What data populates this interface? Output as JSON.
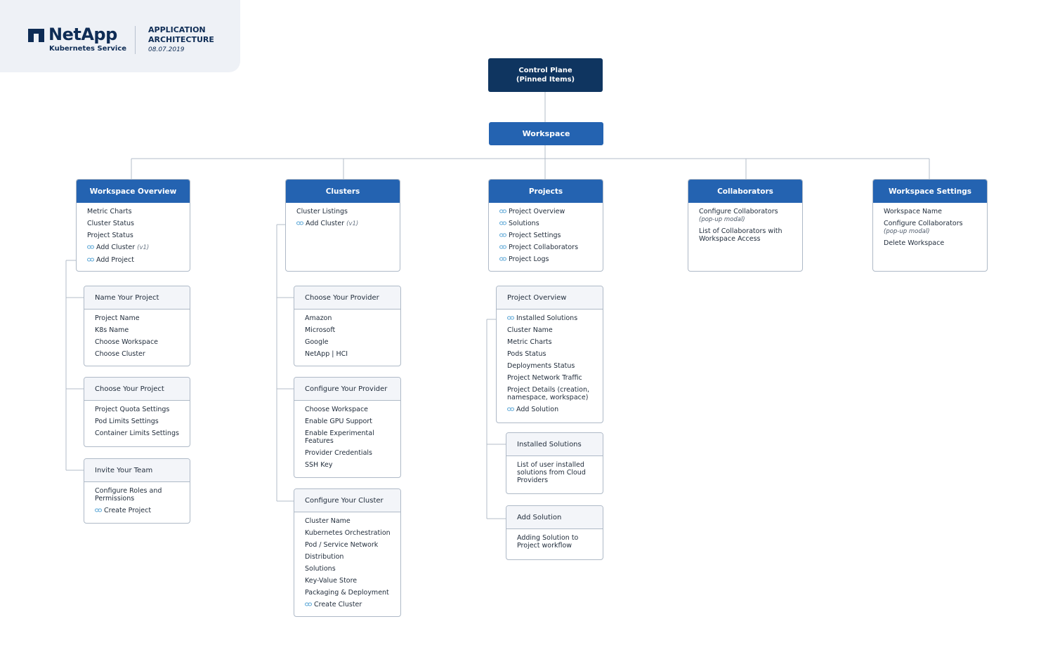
{
  "brand": {
    "name": "NetApp",
    "product": "Kubernetes Service",
    "doc_title": "APPLICATION ARCHITECTURE",
    "date": "08.07.2019",
    "colors": {
      "navy": "#0f3560",
      "blue": "#2463b1",
      "panel": "#eef1f6",
      "link": "#5aa6d6"
    }
  },
  "root": {
    "line1": "Control Plane",
    "line2": "(Pinned Items)"
  },
  "workspace": {
    "label": "Workspace"
  },
  "sections": {
    "overview": {
      "title": "Workspace Overview",
      "items": [
        {
          "label": "Metric Charts",
          "link": false
        },
        {
          "label": "Cluster Status",
          "link": false
        },
        {
          "label": "Project Status",
          "link": false
        },
        {
          "label": "Add Cluster",
          "tag": "(v1)",
          "link": true
        },
        {
          "label": "Add Project",
          "link": true
        }
      ]
    },
    "clusters": {
      "title": "Clusters",
      "items": [
        {
          "label": "Cluster Listings",
          "link": false
        },
        {
          "label": "Add Cluster",
          "tag": "(v1)",
          "link": true
        }
      ]
    },
    "projects": {
      "title": "Projects",
      "items": [
        {
          "label": "Project Overview",
          "link": true
        },
        {
          "label": "Solutions",
          "link": true
        },
        {
          "label": "Project Settings",
          "link": true
        },
        {
          "label": "Project Collaborators",
          "link": true
        },
        {
          "label": "Project Logs",
          "link": true
        }
      ]
    },
    "collaborators": {
      "title": "Collaborators",
      "items": [
        {
          "label": "Configure Collaborators",
          "note": "(pop-up modal)",
          "link": false
        },
        {
          "label": "List of Collaborators with Workspace Access",
          "link": false
        }
      ]
    },
    "settings": {
      "title": "Workspace Settings",
      "items": [
        {
          "label": "Workspace Name",
          "link": false
        },
        {
          "label": "Configure Collaborators",
          "note": "(pop-up modal)",
          "link": false
        },
        {
          "label": "Delete Workspace",
          "link": false
        }
      ]
    }
  },
  "subflows": {
    "name_project": {
      "title": "Name Your Project",
      "items": [
        {
          "label": "Project Name"
        },
        {
          "label": "K8s Name"
        },
        {
          "label": "Choose Workspace"
        },
        {
          "label": "Choose Cluster"
        }
      ]
    },
    "choose_project": {
      "title": "Choose Your Project",
      "items": [
        {
          "label": "Project Quota Settings"
        },
        {
          "label": "Pod Limits Settings"
        },
        {
          "label": "Container Limits Settings"
        }
      ]
    },
    "invite_team": {
      "title": "Invite Your Team",
      "items": [
        {
          "label": "Configure Roles and Permissions"
        },
        {
          "label": "Create Project",
          "link": true
        }
      ]
    },
    "choose_provider": {
      "title": "Choose Your Provider",
      "items": [
        {
          "label": "Amazon"
        },
        {
          "label": "Microsoft"
        },
        {
          "label": "Google"
        },
        {
          "label": "NetApp | HCI"
        }
      ]
    },
    "configure_provider": {
      "title": "Configure Your Provider",
      "items": [
        {
          "label": "Choose Workspace"
        },
        {
          "label": "Enable GPU Support"
        },
        {
          "label": "Enable Experimental Features"
        },
        {
          "label": "Provider Credentials"
        },
        {
          "label": "SSH Key"
        }
      ]
    },
    "configure_cluster": {
      "title": "Configure Your Cluster",
      "items": [
        {
          "label": "Cluster Name"
        },
        {
          "label": "Kubernetes Orchestration"
        },
        {
          "label": "Pod / Service Network"
        },
        {
          "label": "Distribution"
        },
        {
          "label": "Solutions"
        },
        {
          "label": "Key-Value Store"
        },
        {
          "label": "Packaging & Deployment"
        },
        {
          "label": "Create Cluster",
          "link": true
        }
      ]
    },
    "project_overview": {
      "title": "Project Overview",
      "items": [
        {
          "label": "Installed Solutions",
          "link": true
        },
        {
          "label": "Cluster Name"
        },
        {
          "label": "Metric Charts"
        },
        {
          "label": "Pods Status"
        },
        {
          "label": "Deployments Status"
        },
        {
          "label": "Project Network Traffic"
        },
        {
          "label": "Project Details (creation, namespace, workspace)"
        },
        {
          "label": "Add Solution",
          "link": true
        }
      ]
    },
    "installed_solutions": {
      "title": "Installed Solutions",
      "items": [
        {
          "label": "List of user installed solutions from Cloud Providers"
        }
      ]
    },
    "add_solution": {
      "title": "Add Solution",
      "items": [
        {
          "label": "Adding Solution to Project workflow"
        }
      ]
    }
  }
}
